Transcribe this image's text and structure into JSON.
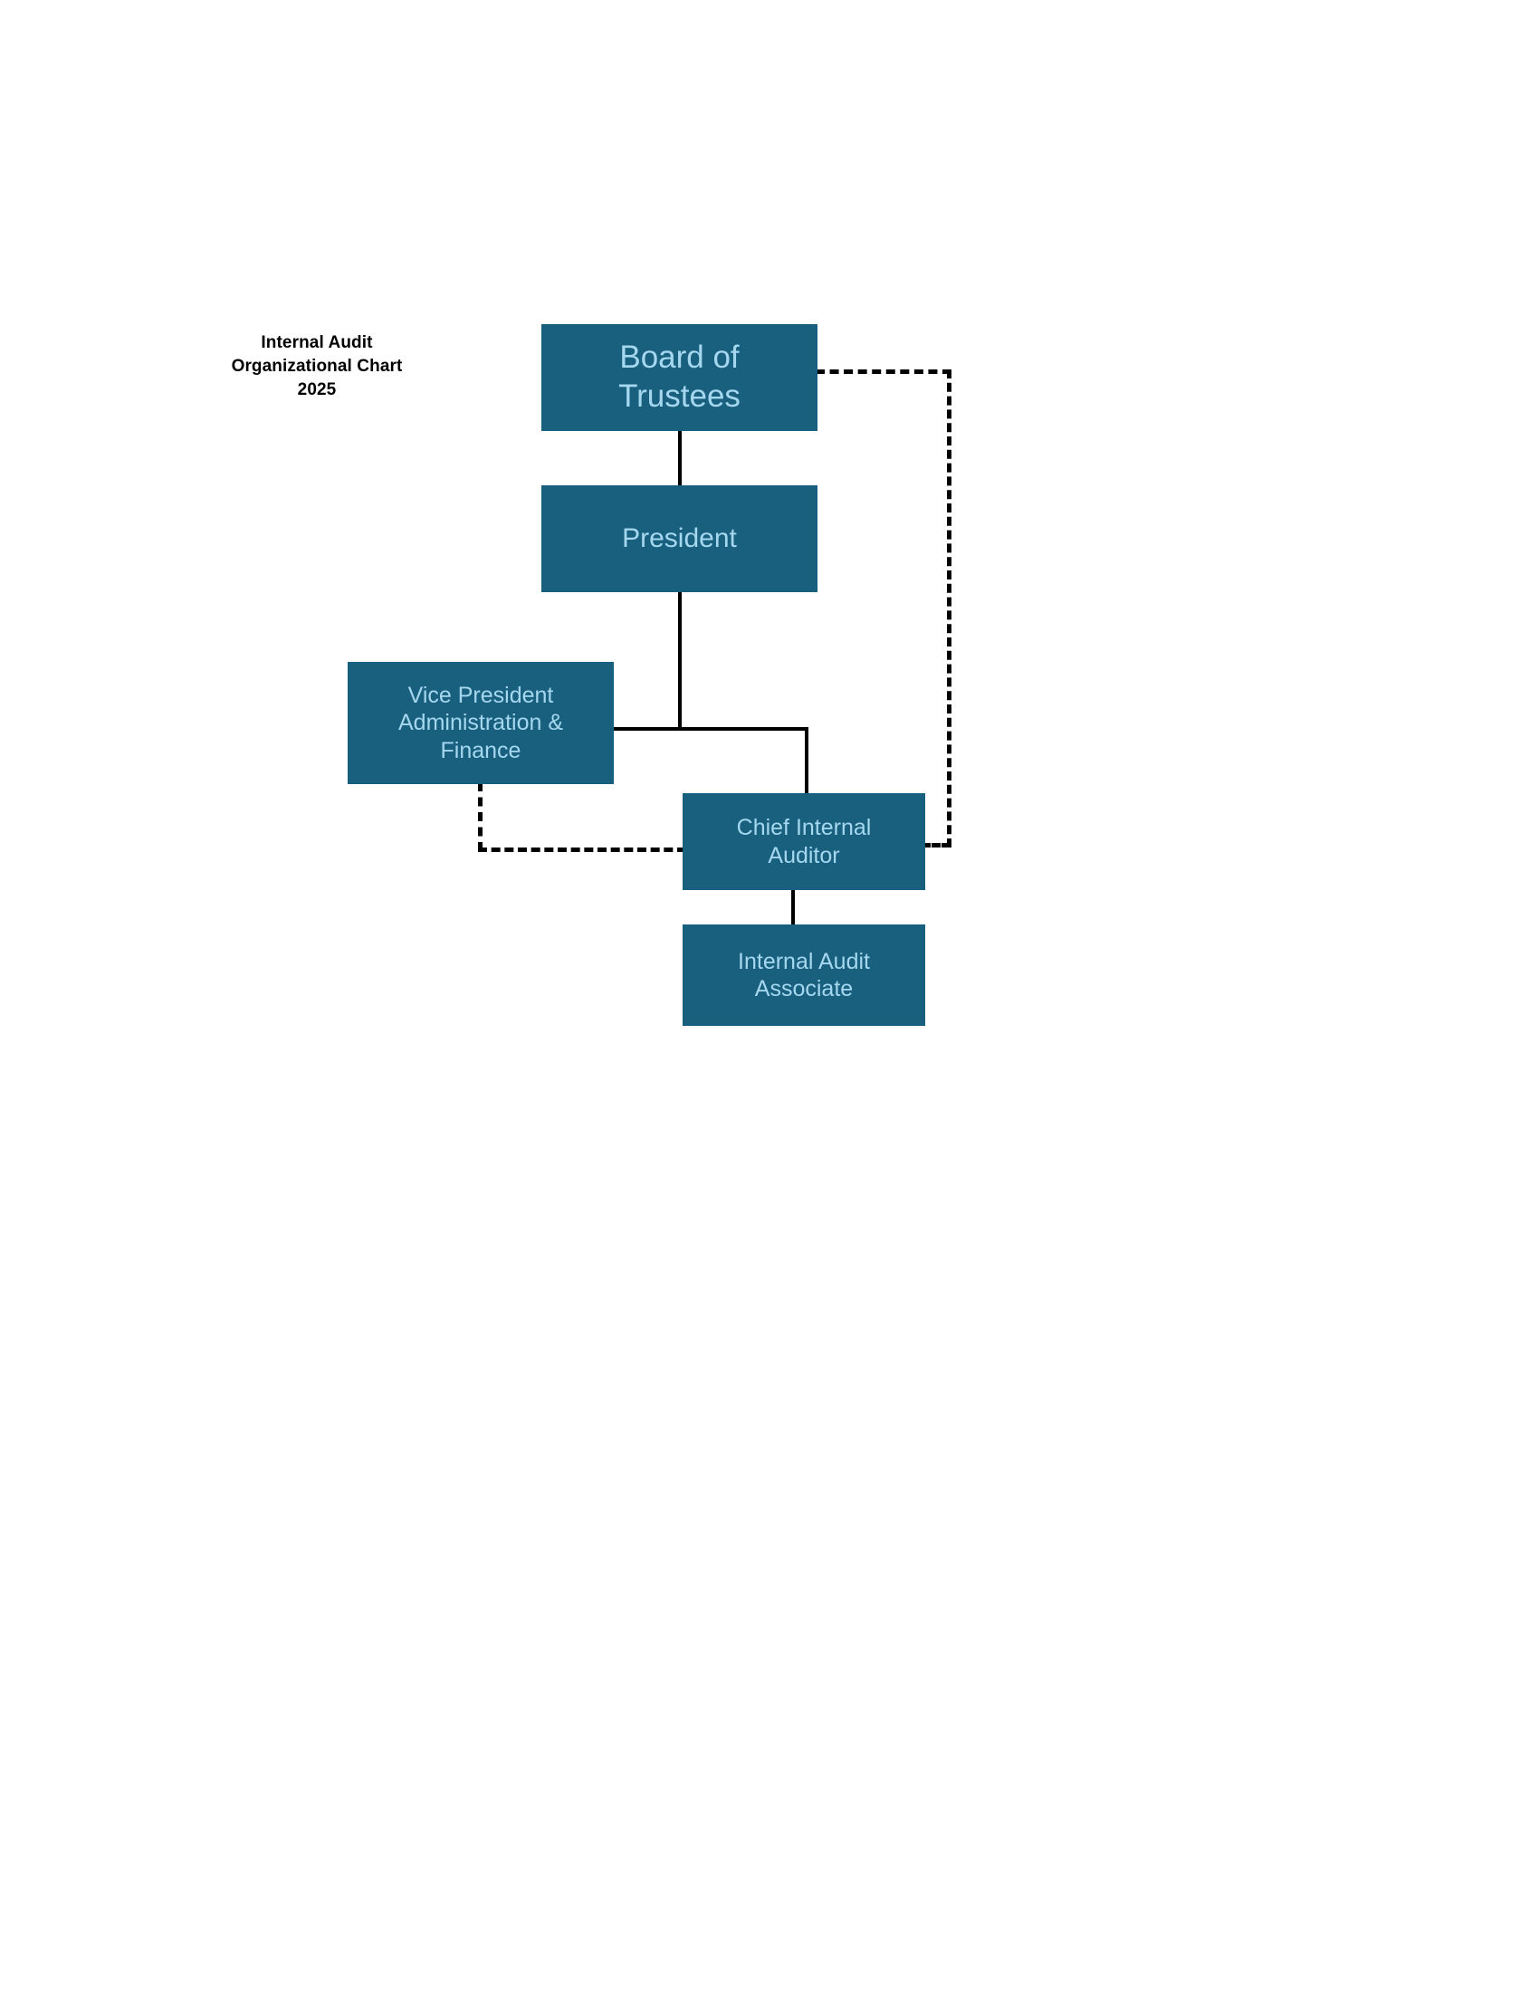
{
  "chart_data": {
    "type": "diagram",
    "diagram_type": "organizational-chart",
    "title": "Internal Audit Organizational Chart 2025",
    "nodes": [
      {
        "id": "board",
        "label": "Board of Trustees",
        "level": 0
      },
      {
        "id": "president",
        "label": "President",
        "level": 1
      },
      {
        "id": "vp",
        "label": "Vice President Administration & Finance",
        "level": 2
      },
      {
        "id": "cia",
        "label": "Chief Internal Auditor",
        "level": 3
      },
      {
        "id": "associate",
        "label": "Internal Audit Associate",
        "level": 4
      }
    ],
    "edges": [
      {
        "from": "board",
        "to": "president",
        "style": "solid"
      },
      {
        "from": "president",
        "to": "vp",
        "style": "solid"
      },
      {
        "from": "president",
        "to": "cia",
        "style": "solid"
      },
      {
        "from": "cia",
        "to": "associate",
        "style": "solid"
      },
      {
        "from": "board",
        "to": "cia",
        "style": "dashed"
      },
      {
        "from": "vp",
        "to": "cia",
        "style": "dashed"
      }
    ],
    "colors": {
      "node_fill": "#19607f",
      "node_text": "#a5d7ef",
      "line": "#000000",
      "title_text": "#000000",
      "background": "#ffffff"
    }
  },
  "title": {
    "line1": "Internal Audit",
    "line2": "Organizational Chart",
    "line3": "2025"
  },
  "nodes": {
    "board": {
      "line1": "Board of",
      "line2": "Trustees"
    },
    "president": {
      "line1": "President"
    },
    "vp": {
      "line1": "Vice President",
      "line2": "Administration &",
      "line3": "Finance"
    },
    "cia": {
      "line1": "Chief Internal",
      "line2": "Auditor"
    },
    "associate": {
      "line1": "Internal Audit",
      "line2": "Associate"
    }
  }
}
